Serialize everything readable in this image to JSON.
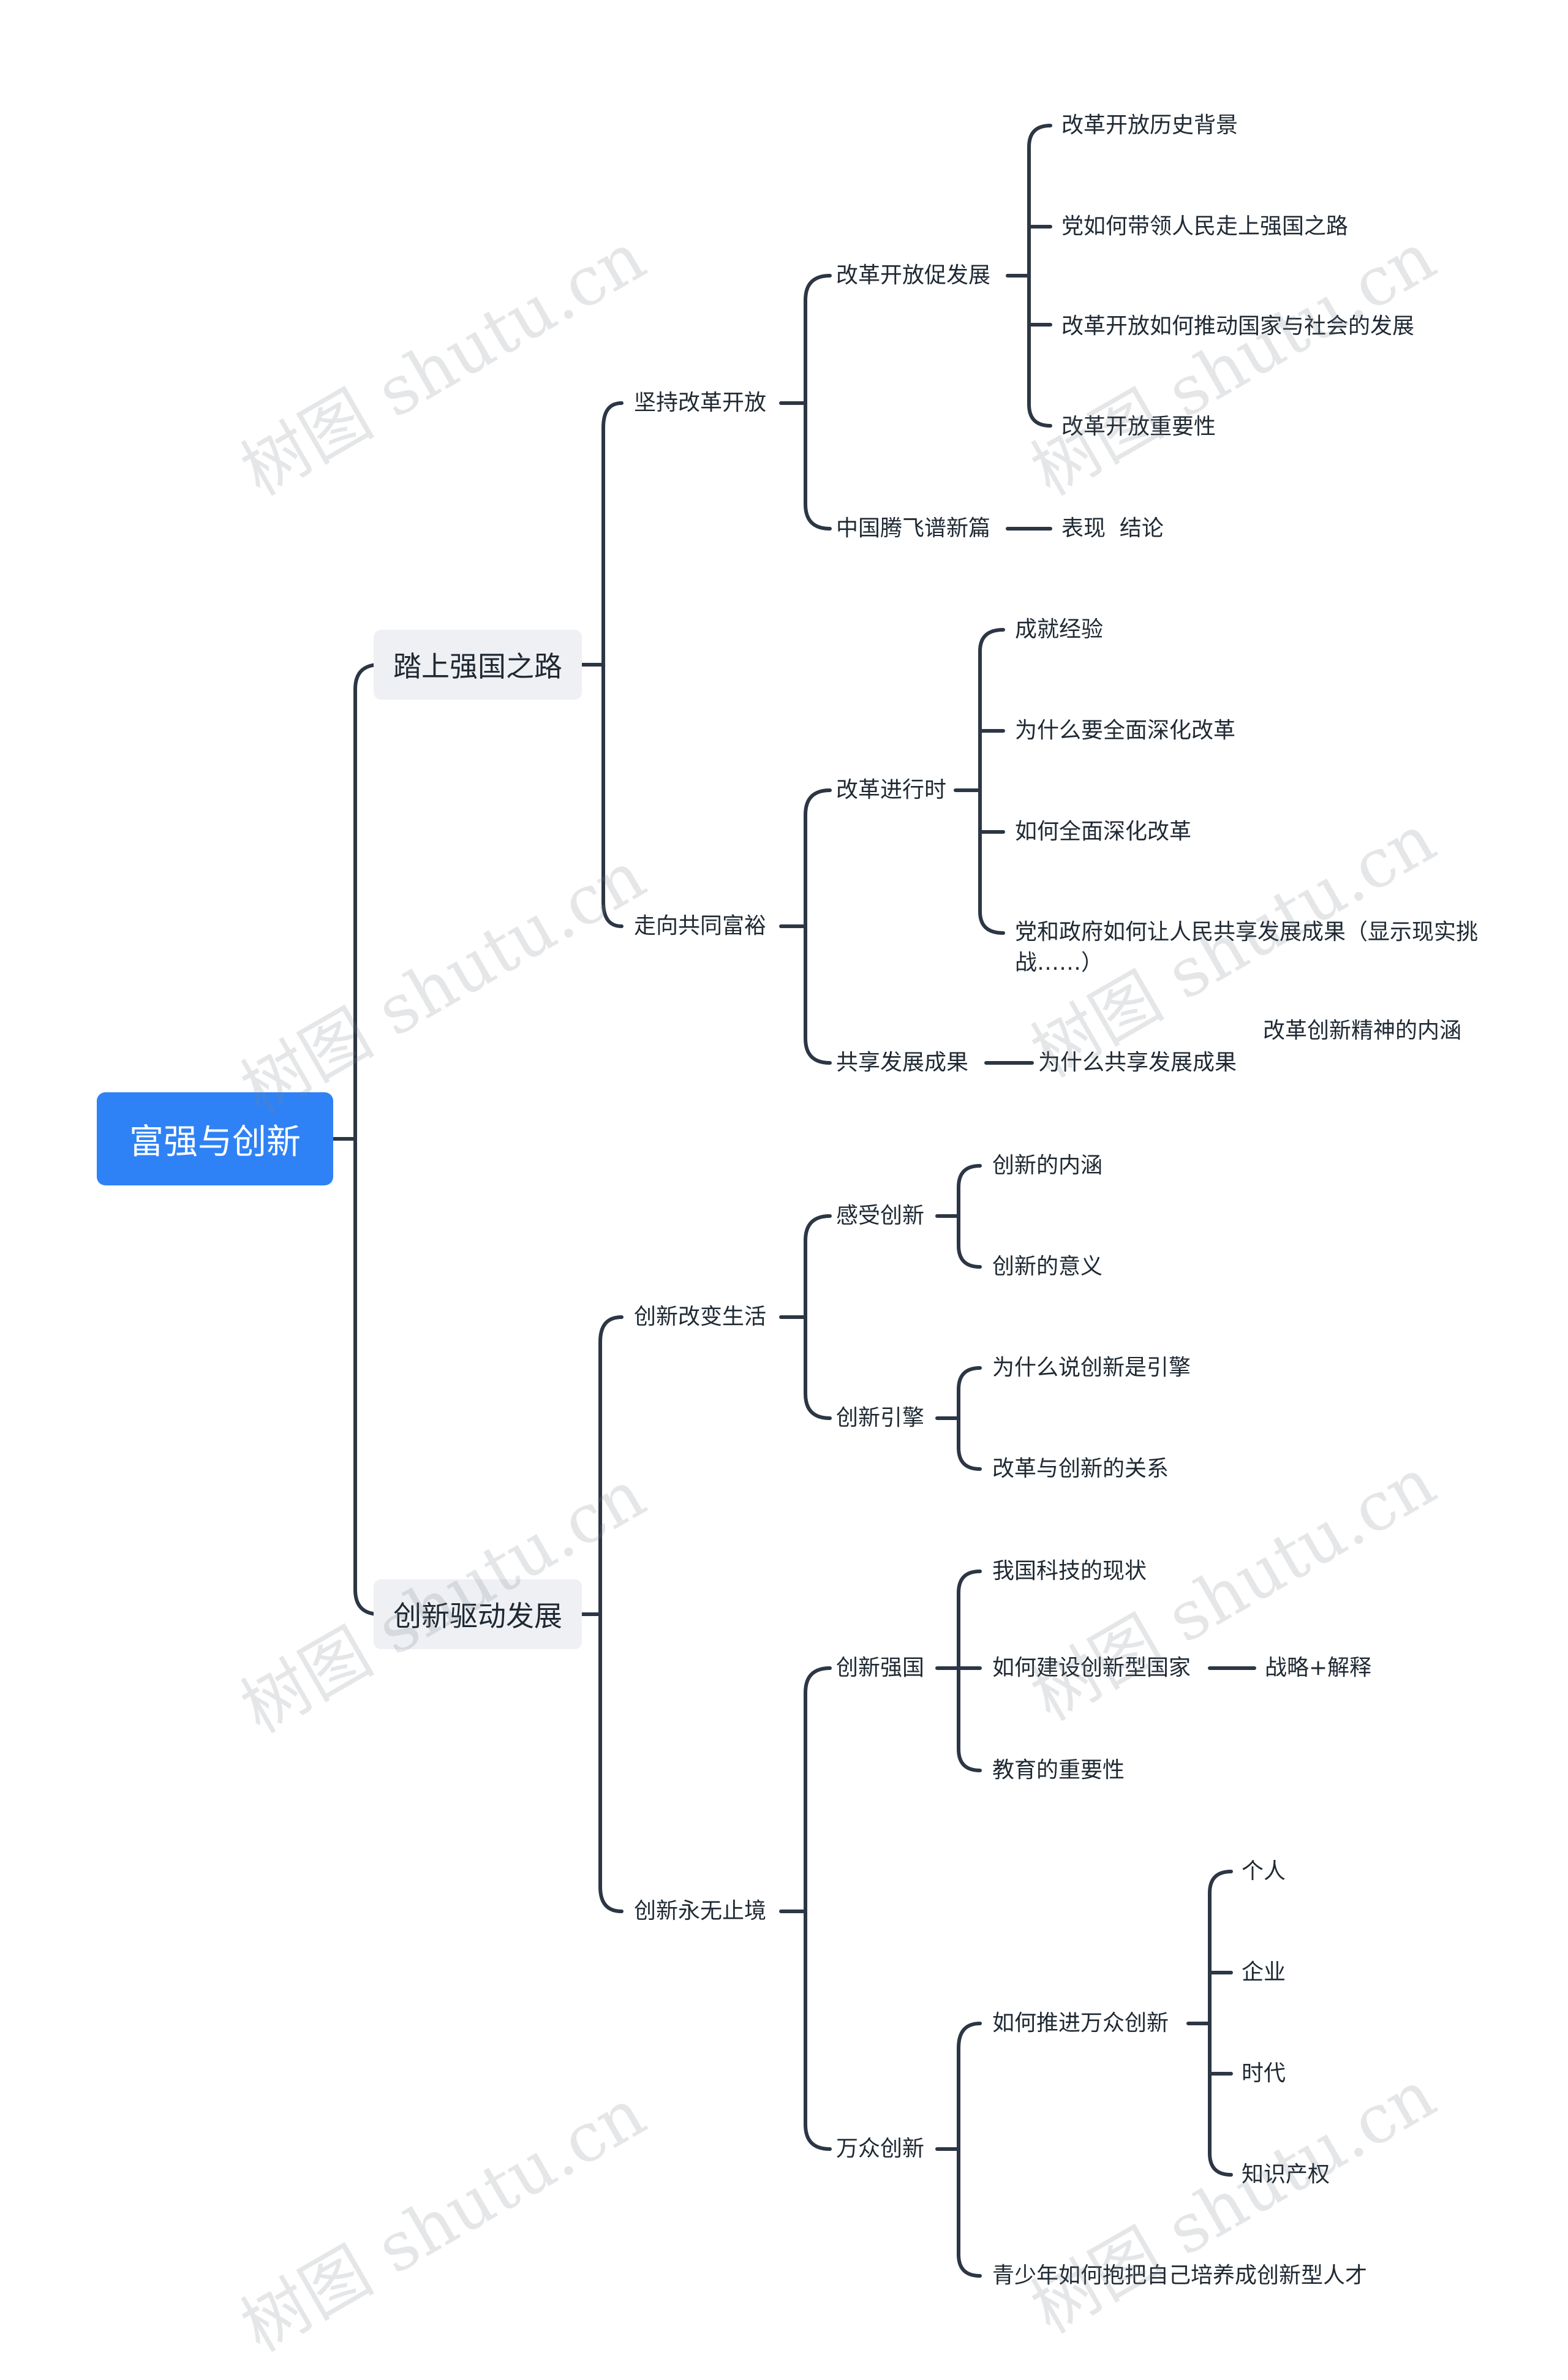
{
  "root": "富强与创新",
  "branch1": {
    "label": "踏上强国之路",
    "sub1": {
      "label": "坚持改革开放",
      "a": {
        "label": "改革开放促发展",
        "items": [
          "改革开放历史背景",
          "党如何带领人民走上强国之路",
          "改革开放如何推动国家与社会的发展",
          "改革开放重要性"
        ]
      },
      "b": {
        "label": "中国腾飞谱新篇",
        "child": "表现  结论"
      }
    },
    "sub2": {
      "label": "走向共同富裕",
      "a": {
        "label": "改革进行时",
        "items": [
          "成就经验",
          "为什么要全面深化改革",
          "如何全面深化改革",
          "党和政府如何让人民共享发展成果（显示现实挑战……）"
        ]
      },
      "b": {
        "label": "共享发展成果",
        "child": "为什么共享发展成果",
        "note": "改革创新精神的内涵"
      }
    }
  },
  "branch2": {
    "label": "创新驱动发展",
    "sub1": {
      "label": "创新改变生活",
      "a": {
        "label": "感受创新",
        "items": [
          "创新的内涵",
          "创新的意义"
        ]
      },
      "b": {
        "label": "创新引擎",
        "items": [
          "为什么说创新是引擎",
          "改革与创新的关系"
        ]
      }
    },
    "sub2": {
      "label": "创新永无止境",
      "a": {
        "label": "创新强国",
        "items": [
          "我国科技的现状",
          "如何建设创新型国家",
          "教育的重要性"
        ],
        "sub_child": "战略+解释"
      },
      "b": {
        "label": "万众创新",
        "c1": {
          "label": "如何推进万众创新",
          "items": [
            "个人",
            "企业",
            "时代",
            "知识产权"
          ]
        },
        "c2": "青少年如何抱把自己培养成创新型人才"
      }
    }
  },
  "watermark": "树图 shutu.cn",
  "colors": {
    "root": "#2f82f5",
    "branch_bg": "#eef0f4",
    "line": "#2c3644"
  }
}
